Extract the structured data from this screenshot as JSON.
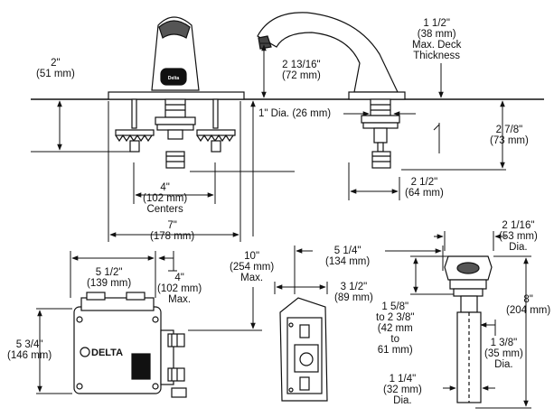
{
  "brand": {
    "logo_text": "DELTA",
    "faucet_logo": "Delta"
  },
  "dims": {
    "deck_height": {
      "l1": "2\"",
      "l2": "(51 mm)"
    },
    "spout_height": {
      "l1": "2 13/16\"",
      "l2": "(72 mm)"
    },
    "deck_thickness": {
      "l1": "1 1/2\"",
      "l2": "(38 mm)",
      "l3": "Max. Deck",
      "l4": "Thickness"
    },
    "hole_dia": {
      "l1": "1\" Dia. (26 mm)"
    },
    "spout_depth": {
      "l1": "2 7/8\"",
      "l2": "(73 mm)"
    },
    "centers": {
      "l1": "4\"",
      "l2": "(102 mm)",
      "l3": "Centers"
    },
    "reach": {
      "l1": "2 1/2\"",
      "l2": "(64 mm)"
    },
    "overall_width": {
      "l1": "7\"",
      "l2": "(178 mm)"
    },
    "below_deck": {
      "l1": "10\"",
      "l2": "(254 mm)",
      "l3": "Max."
    },
    "box_width": {
      "l1": "5 1/2\"",
      "l2": "(139 mm)"
    },
    "box_clear": {
      "l1": "4\"",
      "l2": "(102 mm)",
      "l3": "Max."
    },
    "box_height": {
      "l1": "5 3/4\"",
      "l2": "(146 mm)"
    },
    "box_offset": {
      "l1": "5 1/4\"",
      "l2": "(134 mm)"
    },
    "box_depth": {
      "l1": "3 1/2\"",
      "l2": "(89 mm)"
    },
    "drain_dia": {
      "l1": "2 1/16\"",
      "l2": "(53 mm)",
      "l3": "Dia."
    },
    "drain_range": {
      "l1": "1 5/8\"",
      "l2": "to 2 3/8\"",
      "l3": "(42 mm",
      "l4": "to",
      "l5": "61 mm)"
    },
    "drain_length": {
      "l1": "8\"",
      "l2": "(204 mm)"
    },
    "tail_dia": {
      "l1": "1 3/8\"",
      "l2": "(35 mm)",
      "l3": "Dia."
    },
    "tail_pipe": {
      "l1": "1 1/4\"",
      "l2": "(32 mm)",
      "l3": "Dia."
    }
  }
}
